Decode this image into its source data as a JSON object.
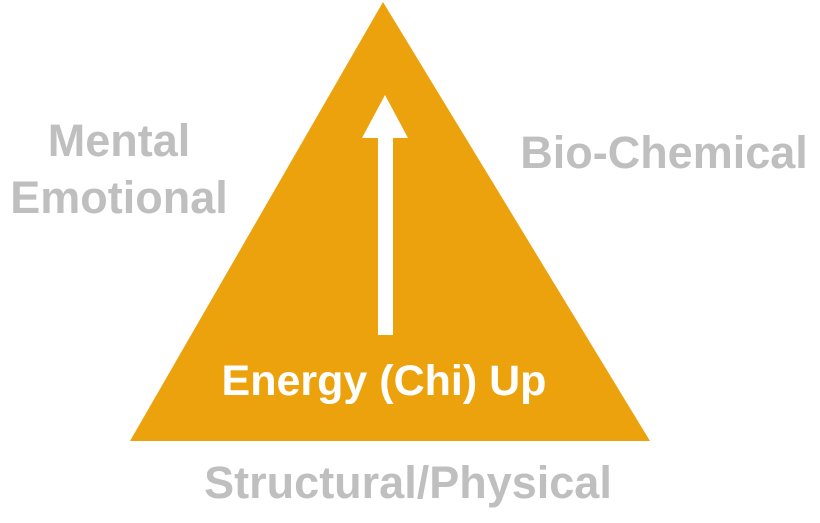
{
  "diagram": {
    "title_hint": "Energy triangle diagram",
    "triangle_label": "Energy (Chi) Up",
    "left_label": {
      "line1": "Mental",
      "line2": "Emotional"
    },
    "right_label": "Bio-Chemical",
    "bottom_label": "Structural/Physical",
    "icons": {
      "arrow": "up-arrow-icon"
    }
  },
  "colors": {
    "triangle_orange": "#ECA20C",
    "label_gray": "#BFBFBF",
    "arrow_white": "#FFFFFF",
    "inner_label_white": "#FFFFFF",
    "background": "#FFFFFF"
  }
}
